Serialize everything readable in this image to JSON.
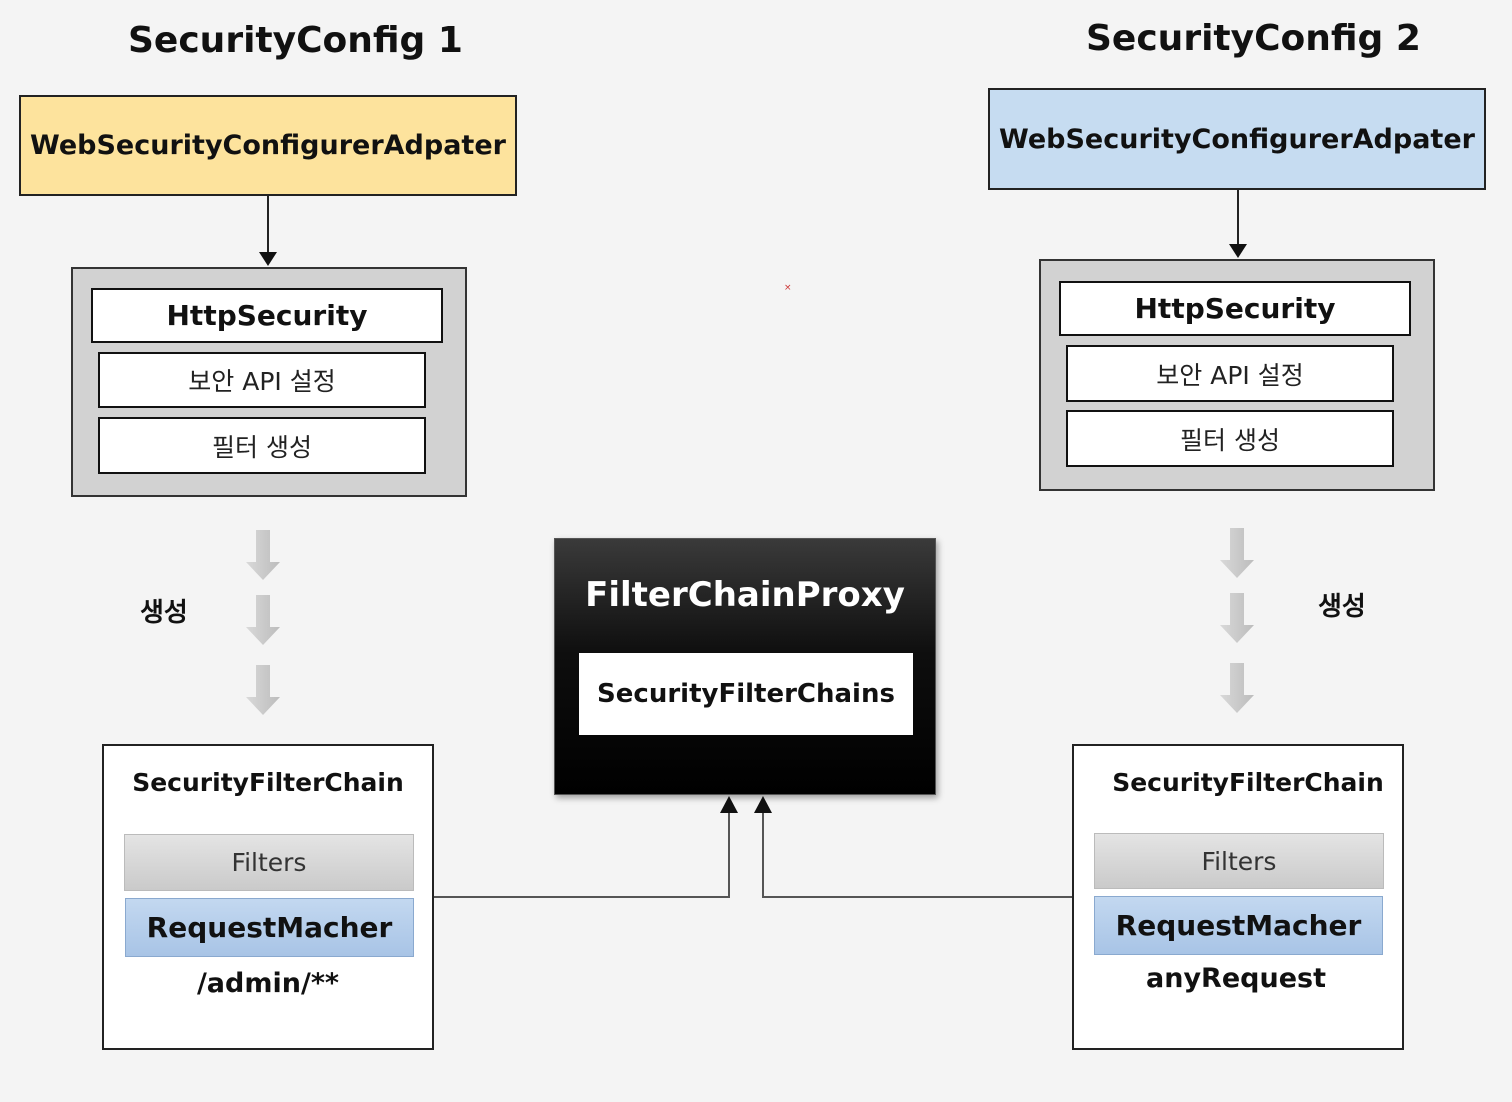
{
  "left": {
    "title": "SecurityConfig 1",
    "adapter": "WebSecurityConfigurerAdpater",
    "http_security": "HttpSecurity",
    "api_config": "보안 API 설정",
    "filter_create": "필터 생성",
    "create_label": "생성",
    "chain_title": "SecurityFilterChain",
    "filters": "Filters",
    "request_matcher": "RequestMacher",
    "pattern": "/admin/**"
  },
  "center": {
    "title": "FilterChainProxy",
    "inner": "SecurityFilterChains"
  },
  "right": {
    "title": "SecurityConfig 2",
    "adapter": "WebSecurityConfigurerAdpater",
    "http_security": "HttpSecurity",
    "api_config": "보안 API 설정",
    "filter_create": "필터 생성",
    "create_label": "생성",
    "chain_title": "SecurityFilterChain",
    "filters": "Filters",
    "request_matcher": "RequestMacher",
    "pattern": "anyRequest"
  },
  "colors": {
    "adapter_left": "#fde39d",
    "adapter_right": "#c6dcf1",
    "matcher": "#b4cdea",
    "background": "#f4f4f4"
  }
}
